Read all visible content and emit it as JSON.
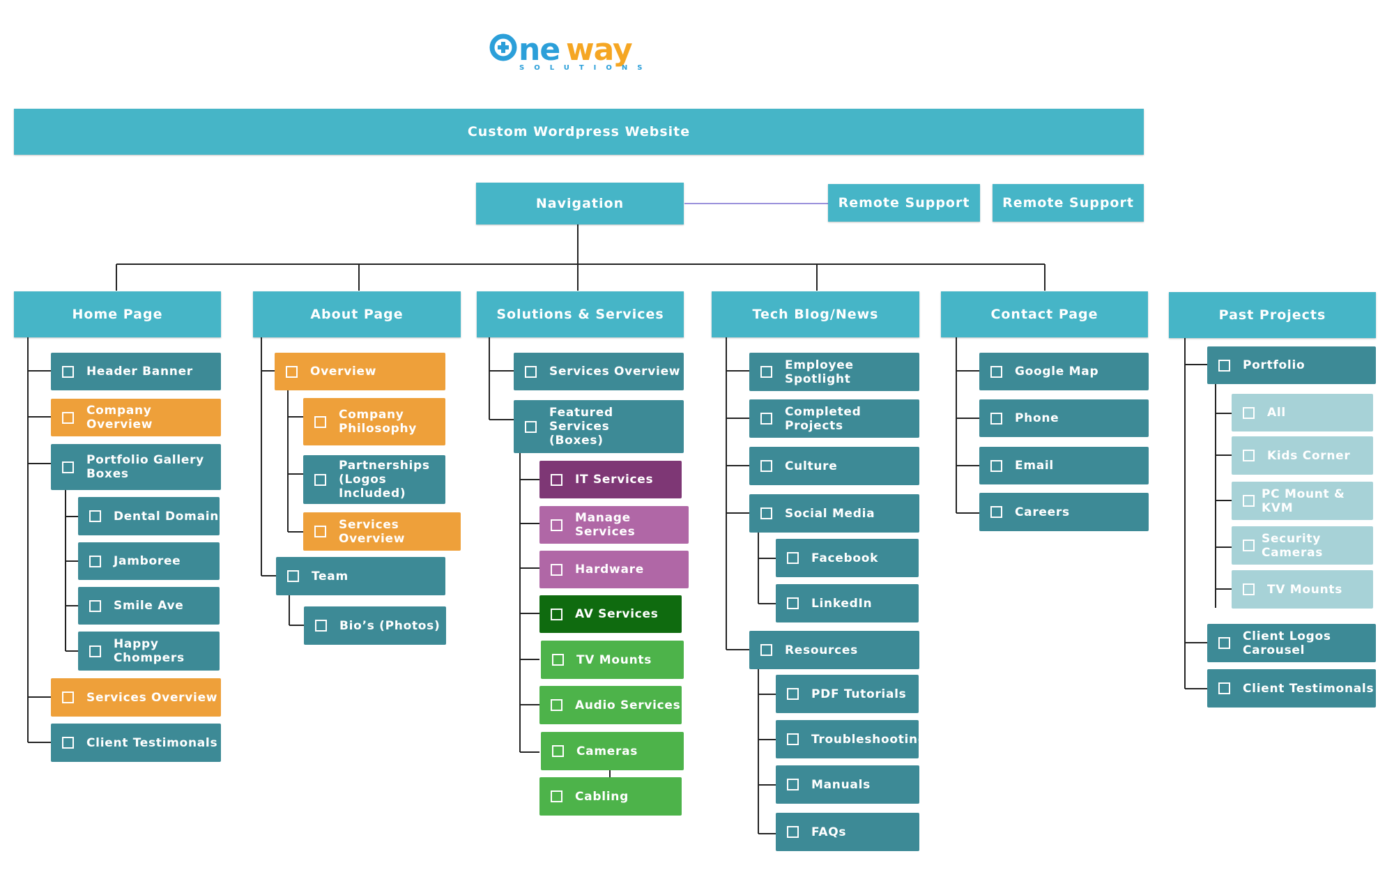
{
  "logo": {
    "word": "ONEWAY",
    "sub": "SOLUTIONS"
  },
  "title": "Custom Wordpress Website",
  "navigation": "Navigation",
  "remote": [
    "Remote Support",
    "Remote Support"
  ],
  "colors": {
    "header": "#46b5c7",
    "teal": "#3d8a96",
    "orange": "#eea03a",
    "purple": "#7e3775",
    "mauve": "#b067a6",
    "dark_green": "#0f6b0f",
    "green": "#4db34a",
    "light_teal": "#a7d2d7",
    "logo_blue": "#2b9fd9",
    "logo_orange": "#f5a623"
  },
  "sections": {
    "home": {
      "header": "Home Page",
      "items": [
        "Header Banner",
        "Company Overview",
        "Portfolio Gallery Boxes",
        "Dental Domain",
        "Jamboree",
        "Smile Ave",
        "Happy Chompers",
        "Services Overview",
        "Client Testimonals"
      ]
    },
    "about": {
      "header": "About Page",
      "items": [
        "Overview",
        "Company Philosophy",
        "Partnerships (Logos Included)",
        "Services Overview",
        "Team",
        "Bio’s (Photos)"
      ]
    },
    "solutions": {
      "header": "Solutions & Services",
      "items": [
        "Services Overview",
        "Featured Services (Boxes)",
        "IT Services",
        "Manage Services",
        "Hardware",
        "AV Services",
        "TV Mounts",
        "Audio Services",
        "Cameras",
        "Cabling"
      ]
    },
    "blog": {
      "header": "Tech Blog/News",
      "items": [
        "Employee Spotlight",
        "Completed Projects",
        "Culture",
        "Social Media",
        "Facebook",
        "LinkedIn",
        "Resources",
        "PDF Tutorials",
        "Troubleshooting",
        "Manuals",
        "FAQs"
      ]
    },
    "contact": {
      "header": "Contact Page",
      "items": [
        "Google Map",
        "Phone",
        "Email",
        "Careers"
      ]
    },
    "projects": {
      "header": "Past Projects",
      "items": [
        "Portfolio",
        "All",
        "Kids Corner",
        "PC Mount & KVM",
        "Security Cameras",
        "TV Mounts",
        "Client Logos Carousel",
        "Client Testimonals"
      ]
    }
  }
}
